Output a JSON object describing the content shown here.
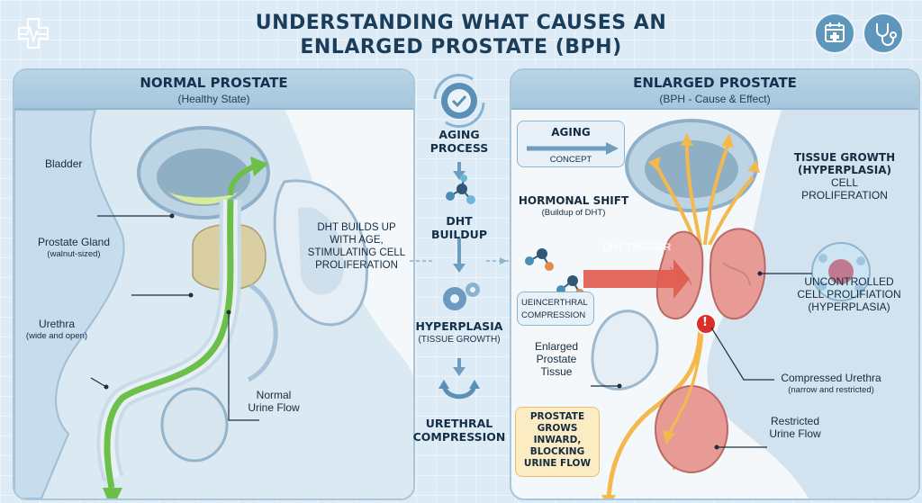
{
  "header": {
    "title_line1": "UNDERSTANDING WHAT CAUSES AN",
    "title_line2": "ENLARGED PROSTATE (BPH)",
    "icons": [
      "medical-pulse-icon",
      "calendar-medical-icon",
      "stethoscope-icon"
    ]
  },
  "left_panel": {
    "title": "NORMAL PROSTATE",
    "subtitle": "(Healthy State)",
    "labels": {
      "bladder": "Bladder",
      "gland_line1": "Prostate Gland",
      "gland_line2": "(walnut-sized)",
      "urethra_line1": "Urethra",
      "urethra_line2": "(wide and open)",
      "flow_line1": "Normal",
      "flow_line2": "Urine Flow",
      "dht_line1": "DHT BUILDS UP",
      "dht_line2": "WITH AGE,",
      "dht_line3": "STIMULATING CELL",
      "dht_line4": "PROLIFERATION"
    }
  },
  "process": {
    "step1_line1": "AGING",
    "step1_line2": "PROCESS",
    "step2_line1": "DHT",
    "step2_line2": "BUILDUP",
    "step3_line1": "HYPERPLASIA",
    "step3_line2": "(TISSUE GROWTH)",
    "step4_line1": "URETHRAL",
    "step4_line2": "COMPRESSION"
  },
  "right_panel": {
    "title": "ENLARGED PROSTATE",
    "subtitle": "(BPH - Cause & Effect)",
    "aging_box": {
      "title": "AGING",
      "caption": "CONCEPT"
    },
    "hormonal_line1": "HORMONAL SHIFT",
    "hormonal_line2": "(Buildup of DHT)",
    "dht_trigger": "DHT TRIGGER",
    "compression_line1": "UEINCERTHRAL",
    "compression_line2": "COMPRESSION",
    "tissue_line1": "TISSUE GROWTH",
    "tissue_line2": "(HYPERPLASIA)",
    "tissue_line3": "CELL",
    "tissue_line4": "PROLIFERATION",
    "uncontrolled_line1": "UNCONTROLLED",
    "uncontrolled_line2": "CELL PROLIFIATION",
    "uncontrolled_line3": "(HYPERPLASIA)",
    "enlarged_line1": "Enlarged",
    "enlarged_line2": "Prostate",
    "enlarged_line3": "Tissue",
    "compressed_line1": "Compressed Urethra",
    "compressed_line2": "(narrow and restricted)",
    "restricted_line1": "Restricted",
    "restricted_line2": "Urine Flow",
    "blocking_line1": "PROSTATE",
    "blocking_line2": "GROWS",
    "blocking_line3": "INWARD,",
    "blocking_line4": "BLOCKING",
    "blocking_line5": "URINE FLOW",
    "warning_mark": "!"
  },
  "colors": {
    "background": "#dcebf5",
    "panel_header": "#a9c8dd",
    "title_text": "#1a3d5c",
    "normal_flow": "#6cc04a",
    "blocked_flow": "#f3b94f",
    "prostate_normal": "#d9cfa2",
    "prostate_enlarged": "#e89a94",
    "dht_arrow": "#e05a4c",
    "warning": "#d9302b"
  }
}
